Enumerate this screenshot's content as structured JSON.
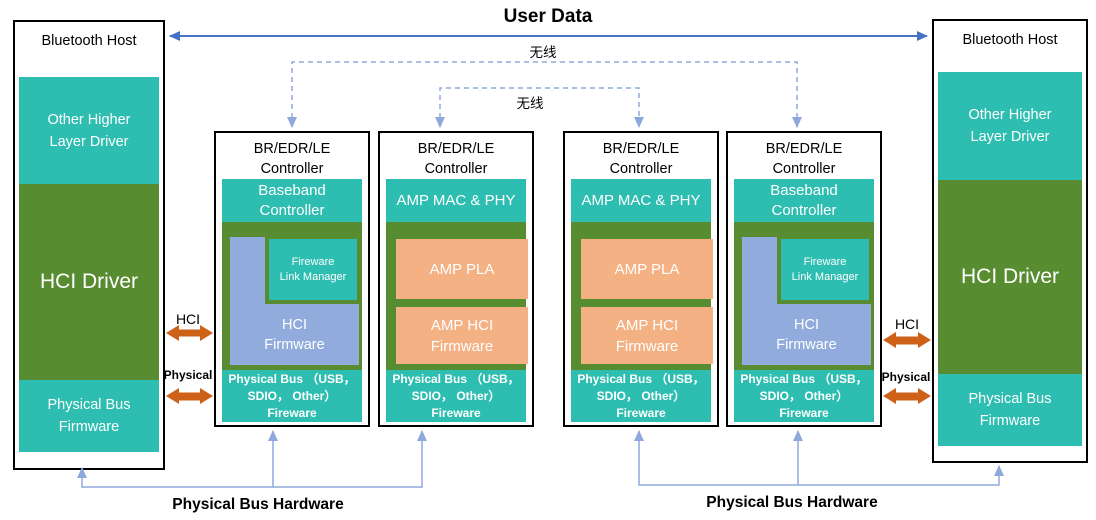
{
  "labels": {
    "user_data": "User Data",
    "wireless_top": "无线",
    "wireless_inner": "无线",
    "hci_left": "HCI",
    "hci_right": "HCI",
    "physical_left": "Physical",
    "physical_right": "Physical",
    "bus_hw_left": "Physical Bus Hardware",
    "bus_hw_right": "Physical Bus Hardware"
  },
  "hosts": {
    "left": {
      "title": "Bluetooth Host",
      "other_driver_lines": [
        "Other Higher",
        "Layer Driver"
      ],
      "hci_driver": "HCI Driver",
      "bus_firmware_lines": [
        "Physical Bus",
        "Firmware"
      ]
    },
    "right": {
      "title": "Bluetooth Host",
      "other_driver_lines": [
        "Other Higher",
        "Layer Driver"
      ],
      "hci_driver": "HCI Driver",
      "bus_firmware_lines": [
        "Physical Bus",
        "Firmware"
      ]
    }
  },
  "controllers": [
    {
      "type": "baseband",
      "title_lines": [
        "BR/EDR/LE",
        "Controller"
      ],
      "header_lines": [
        "Baseband",
        "Controller"
      ],
      "link_manager_lines": [
        "Fireware",
        "Link Manager"
      ],
      "hci_firmware_lines": [
        "HCI",
        "Firmware"
      ],
      "bus_lines": [
        "Physical Bus （USB，",
        "SDIO， Other）",
        "Fireware"
      ]
    },
    {
      "type": "amp",
      "title_lines": [
        "BR/EDR/LE",
        "Controller"
      ],
      "header": "AMP MAC & PHY",
      "amp_pla": "AMP PLA",
      "amp_hci_lines": [
        "AMP HCI",
        "Firmware"
      ],
      "bus_lines": [
        "Physical Bus （USB，",
        "SDIO， Other）",
        "Fireware"
      ]
    },
    {
      "type": "amp",
      "title_lines": [
        "BR/EDR/LE",
        "Controller"
      ],
      "header": "AMP MAC & PHY",
      "amp_pla": "AMP PLA",
      "amp_hci_lines": [
        "AMP HCI",
        "Firmware"
      ],
      "bus_lines": [
        "Physical Bus （USB，",
        "SDIO， Other）",
        "Fireware"
      ]
    },
    {
      "type": "baseband",
      "title_lines": [
        "BR/EDR/LE",
        "Controller"
      ],
      "header_lines": [
        "Baseband",
        "Controller"
      ],
      "link_manager_lines": [
        "Fireware",
        "Link Manager"
      ],
      "hci_firmware_lines": [
        "HCI",
        "Firmware"
      ],
      "bus_lines": [
        "Physical Bus （USB，",
        "SDIO， Other）",
        "Fireware"
      ]
    }
  ],
  "colors": {
    "teal": "#2DBEB1",
    "green": "#588C31",
    "blue_fill": "#90ABDC",
    "orange_fill": "#F4B183",
    "arrow_orange": "#CE6118",
    "line_blue": "#4472C4",
    "line_light": "#8FA8DC"
  }
}
